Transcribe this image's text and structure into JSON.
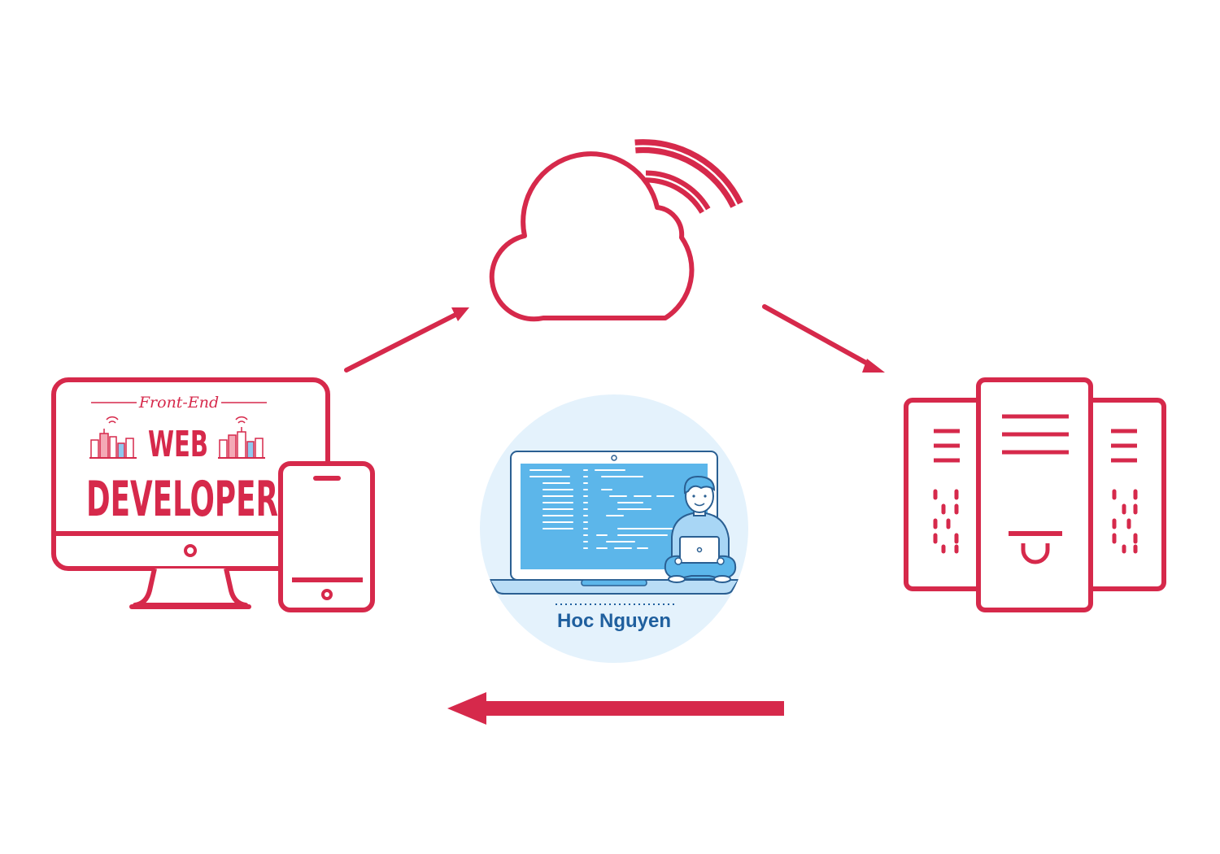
{
  "colors": {
    "primary_red": "#d6294b",
    "blue": "#4da8e6",
    "blue_light": "#e4f2fc",
    "blue_dark": "#2a5f92",
    "name_blue": "#1f5f9e",
    "white": "#ffffff"
  },
  "client": {
    "subtitle": "Front-End",
    "title_line1": "WEB",
    "title_line2": "DEVELOPER",
    "icons": [
      "monitor-icon",
      "smartphone-icon",
      "city-buildings-icon",
      "wifi-icon"
    ]
  },
  "internet": {
    "icons": [
      "cloud-icon",
      "wireless-signal-icon"
    ]
  },
  "server": {
    "icons": [
      "server-tower-icon"
    ]
  },
  "center": {
    "name": "Hoc Nguyen",
    "icons": [
      "laptop-icon",
      "developer-person-icon"
    ]
  },
  "flow": [
    "arrow-client-to-cloud",
    "arrow-cloud-to-server",
    "arrow-server-to-client"
  ]
}
